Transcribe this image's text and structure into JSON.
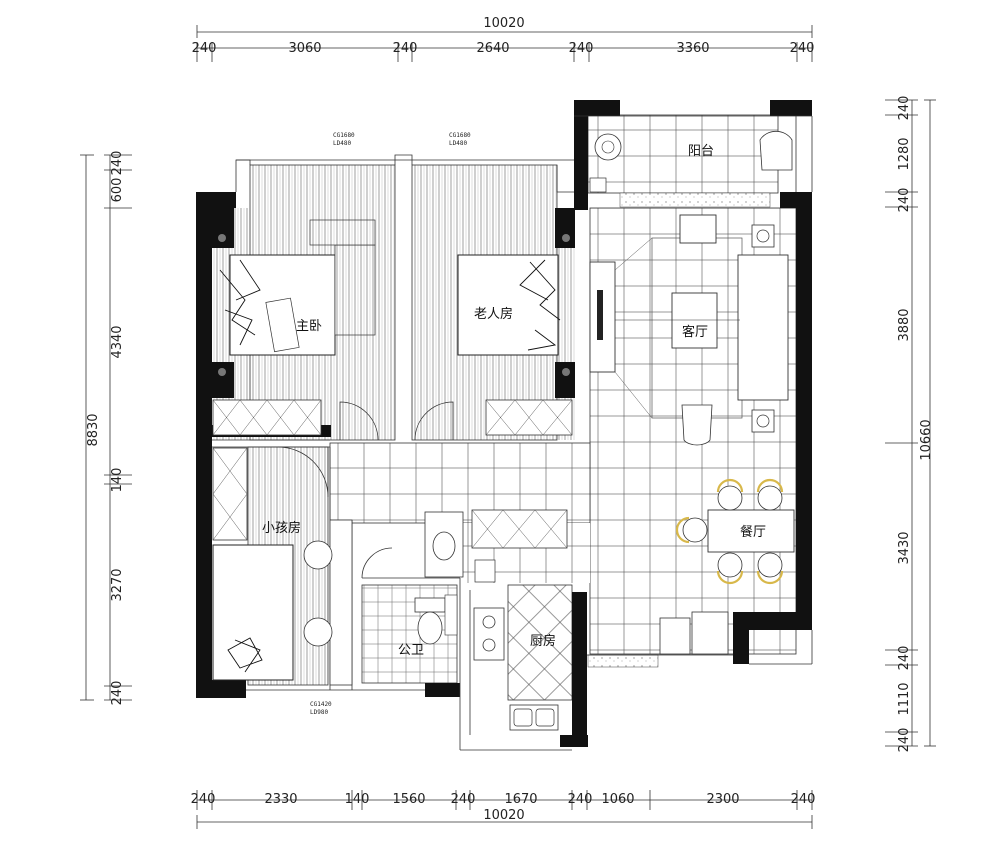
{
  "plan": {
    "top_total": "10020",
    "bottom_total": "10020",
    "left_total": "8830",
    "right_total": "10660",
    "top_dims": [
      "240",
      "3060",
      "240",
      "2640",
      "240",
      "3360",
      "240"
    ],
    "bottom_dims": [
      "240",
      "2330",
      "140",
      "1560",
      "240",
      "1670",
      "240",
      "1060",
      "2300",
      "240"
    ],
    "left_dims": [
      "240",
      "600",
      "4340",
      "140",
      "3270",
      "240"
    ],
    "right_dims": [
      "240",
      "1280",
      "240",
      "3880",
      "3430",
      "240",
      "1110",
      "240"
    ],
    "rooms": {
      "master": "主卧",
      "elder": "老人房",
      "living": "客厅",
      "balcony": "阳台",
      "child": "小孩房",
      "bath": "公卫",
      "kitchen": "厨房",
      "dining": "餐厅"
    },
    "window_tags": {
      "master_a": "CG1680",
      "master_b": "LD480",
      "elder_a": "CG1680",
      "elder_b": "LD480",
      "child_a": "CG1420",
      "child_b": "LD980"
    }
  },
  "colors": {
    "wall": "#111111",
    "line": "#333333",
    "paper": "#ffffff"
  }
}
